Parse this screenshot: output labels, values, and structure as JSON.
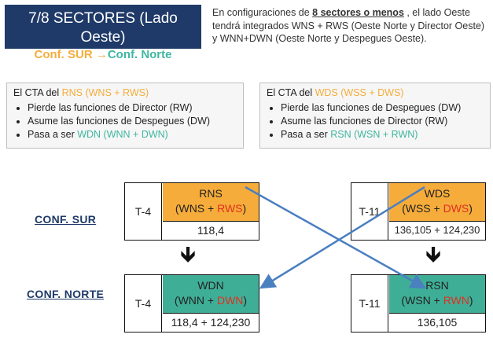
{
  "title": {
    "line1": "7/8 SECTORES (Lado Oeste)",
    "line2_a": "Conf. SUR ",
    "line2_arrow": "→",
    "line2_b": "Conf. Norte"
  },
  "intro": {
    "part1": "En configuraciones de ",
    "emph": "8 sectores o menos",
    "part2": " , el lado Oeste tendrá integrados WNS + RWS (Oeste Norte y Director Oeste) y WNN+DWN (Oeste Norte y Despegues Oeste)."
  },
  "left_panel": {
    "head_a": "El CTA del ",
    "head_b": "RNS (WNS + RWS)",
    "items": [
      "Pierde las funciones de Director (RW)",
      "Asume las funciones de Despegues (DW)"
    ],
    "item3_a": "Pasa a ser ",
    "item3_b": "WDN (WNN + DWN)"
  },
  "right_panel": {
    "head_a": "El CTA del ",
    "head_b": "WDS (WSS + DWS)",
    "items": [
      "Pierde las funciones de Despegues (DW)",
      "Asume las funciones de Director (RW)"
    ],
    "item3_a": "Pasa a ser ",
    "item3_b": "RSN (WSN + RWN)"
  },
  "labels": {
    "conf_sur": "CONF. SUR",
    "conf_norte": "CONF. NORTE",
    "arrow": "🡻"
  },
  "sur_left": {
    "t": "T-4",
    "name": "RNS",
    "sub_a": "(WNS + ",
    "sub_b": "RWS",
    "sub_c": ")",
    "freq": "118,4"
  },
  "sur_right": {
    "t": "T-11",
    "name": "WDS",
    "sub_a": "(WSS + ",
    "sub_b": "DWS",
    "sub_c": ")",
    "freq": "136,105 + 124,230"
  },
  "norte_left": {
    "t": "T-4",
    "name": "WDN",
    "sub_a": "(WNN + ",
    "sub_b": "DWN",
    "sub_c": ")",
    "freq": "118,4 + 124,230"
  },
  "norte_right": {
    "t": "T-11",
    "name": "RSN",
    "sub_a": "(WSN + ",
    "sub_b": "RWN",
    "sub_c": ")",
    "freq": "136,105"
  },
  "colors": {
    "navy": "#1f3a68",
    "orange": "#f6ac3a",
    "teal": "#3fae97",
    "red": "#e0301e",
    "connector": "#4a7fc0"
  }
}
